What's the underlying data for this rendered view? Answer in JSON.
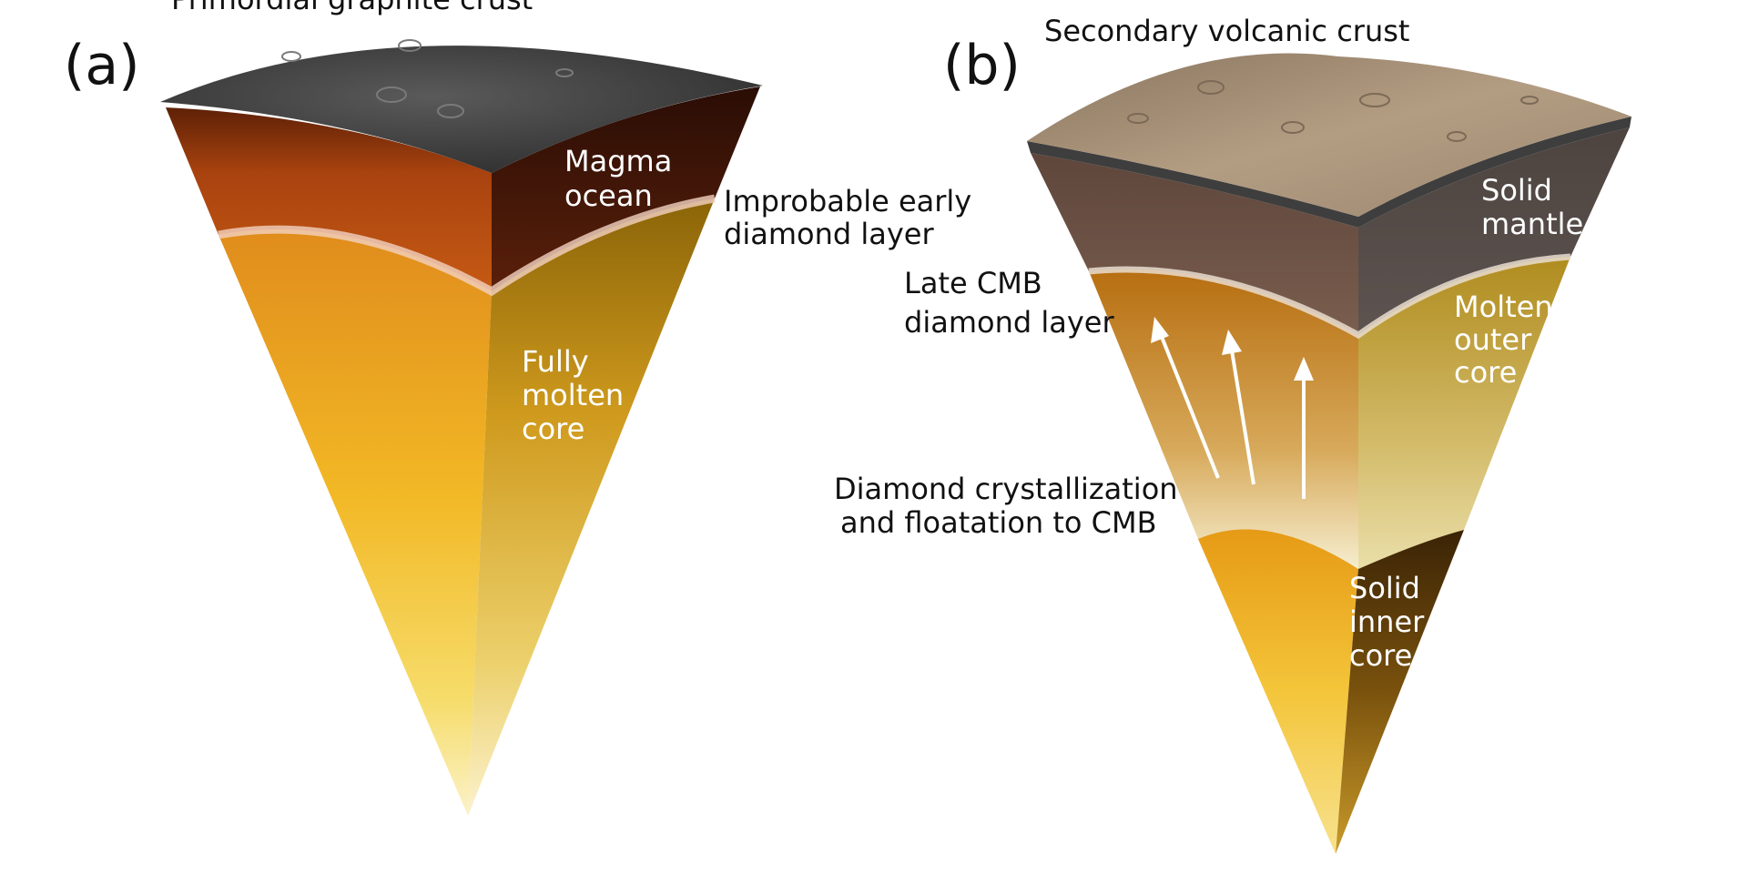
{
  "panels": {
    "a": {
      "panel_label": "(a)",
      "labels": {
        "crust": "Primordial graphite crust",
        "magma": [
          "Magma",
          "ocean"
        ],
        "diamond": [
          "Improbable early",
          "diamond layer"
        ],
        "core": [
          "Fully",
          "molten",
          "core"
        ]
      }
    },
    "b": {
      "panel_label": "(b)",
      "labels": {
        "crust": "Secondary volcanic crust",
        "mantle": [
          "Solid",
          "mantle"
        ],
        "cmb": [
          "Late CMB",
          "diamond layer"
        ],
        "outer_core": [
          "Molten",
          "outer",
          "core"
        ],
        "crystallization": [
          "Diamond crystallization",
          "and floatation to CMB"
        ],
        "inner_core": [
          "Solid",
          "inner",
          "core"
        ]
      }
    }
  },
  "colors": {
    "graphite_crust": "#3a3a3a",
    "magma": "#b1400e",
    "molten_core": "#f0b020",
    "volcanic_crust": "#a38a6e",
    "mantle": "#6f5448",
    "outer_core": "#c9a235",
    "inner_core": "#efb027"
  }
}
